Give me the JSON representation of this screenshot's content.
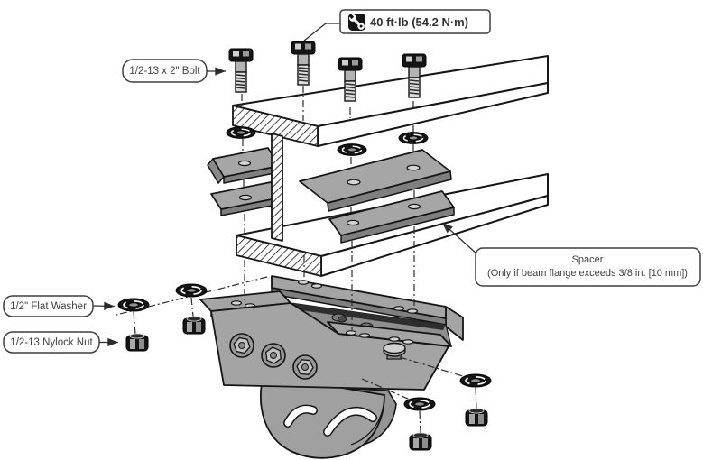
{
  "figure": {
    "type": "exploded-assembly-diagram",
    "background": "#ffffff",
    "callouts": {
      "torque": {
        "text": "40 ft·lb (54.2 N·m)",
        "icon": "wrench-icon"
      },
      "bolt": {
        "text": "1/2-13 x 2\" Bolt"
      },
      "spacer": {
        "line1": "Spacer",
        "line2": "(Only if beam flange exceeds 3/8 in. [10 mm])"
      },
      "flat_washer": {
        "text": "1/2\" Flat Washer"
      },
      "nylock_nut": {
        "text": "1/2-13 Nylock Nut"
      }
    },
    "colors": {
      "outline": "#161616",
      "plate_gray": "#a6a6a6",
      "plate_edge_gray": "#7f7f7f",
      "hardware_black": "#141414",
      "label_text": "#414141"
    }
  }
}
